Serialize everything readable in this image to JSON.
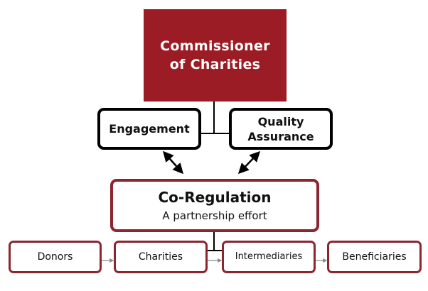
{
  "diagram": {
    "commissioner": {
      "line1": "Commissioner",
      "line2": "of Charities"
    },
    "engagement": {
      "label": "Engagement"
    },
    "quality_assurance": {
      "line1": "Quality",
      "line2": "Assurance"
    },
    "co_regulation": {
      "title": "Co-Regulation",
      "subtitle": "A partnership effort"
    },
    "chain": [
      {
        "label": "Donors"
      },
      {
        "label": "Charities"
      },
      {
        "label": "Intermediaries"
      },
      {
        "label": "Beneficiaries"
      }
    ]
  },
  "colors": {
    "primary": "#9b1c24",
    "box_border": "#8c2530",
    "black_border": "#000000",
    "arrow_gray": "#888888"
  }
}
